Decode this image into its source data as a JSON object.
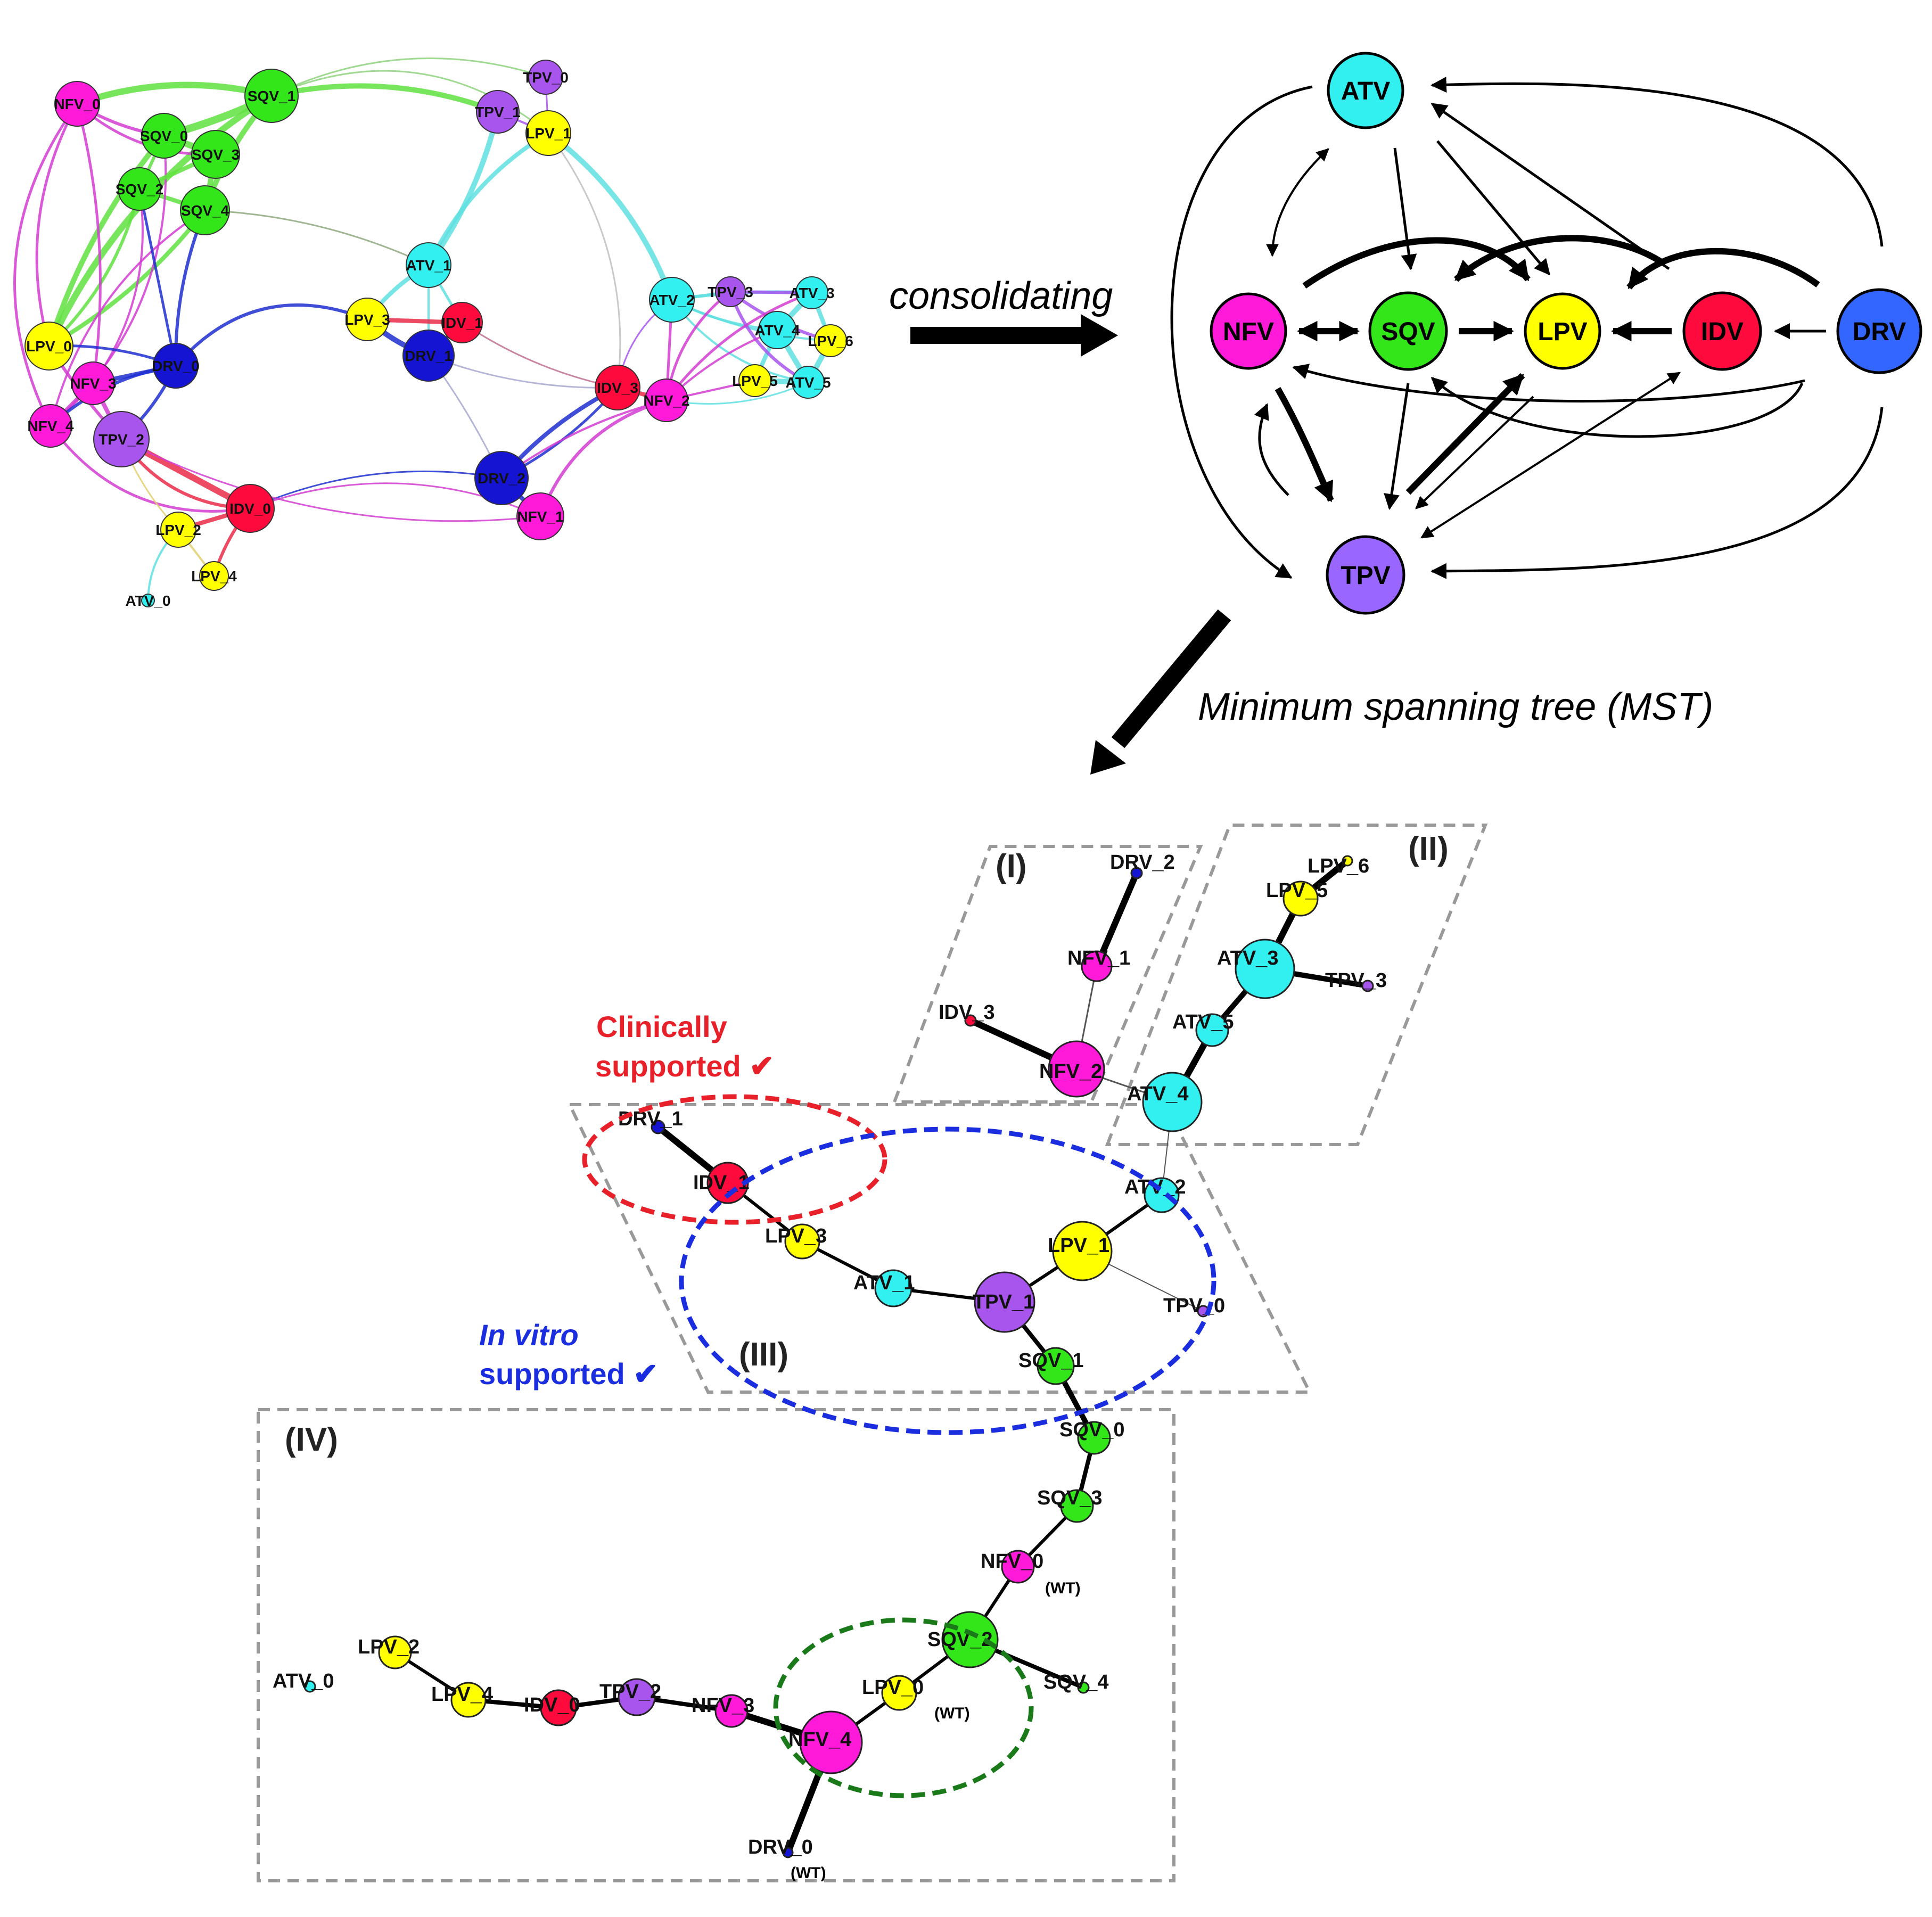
{
  "colors": {
    "ATV": "#33f0f0",
    "SQV": "#33e61a",
    "LPV": "#ffff00",
    "IDV": "#ff0a3c",
    "DRV": "#1414d2",
    "TPV": "#a855ee",
    "NFV": "#ff1ad9",
    "DRV_big": "#3366ff",
    "TPV_big": "#9966ff"
  },
  "captions": {
    "consolidating": "consolidating",
    "mst": "Minimum spanning tree (MST)"
  },
  "regions": {
    "r1": "(I)",
    "r2": "(II)",
    "r3": "(III)",
    "r4": "(IV)"
  },
  "annotations": {
    "clinical_1": "Clinically",
    "clinical_2": "supported ✔",
    "invitro_1": "In vitro",
    "invitro_2": "supported ✔"
  },
  "wild_type": "(WT)",
  "consolidated": {
    "nodes": [
      {
        "id": "ATV",
        "label": "ATV"
      },
      {
        "id": "NFV",
        "label": "NFV"
      },
      {
        "id": "SQV",
        "label": "SQV"
      },
      {
        "id": "LPV",
        "label": "LPV"
      },
      {
        "id": "IDV",
        "label": "IDV"
      },
      {
        "id": "DRV",
        "label": "DRV"
      },
      {
        "id": "TPV",
        "label": "TPV"
      }
    ]
  },
  "network": {
    "nodes": [
      {
        "id": "TPV_0",
        "label": "TPV_0",
        "drug": "TPV"
      },
      {
        "id": "NFV_0",
        "label": "NFV_0",
        "drug": "NFV"
      },
      {
        "id": "SQV_1",
        "label": "SQV_1",
        "drug": "SQV"
      },
      {
        "id": "TPV_1",
        "label": "TPV_1",
        "drug": "TPV"
      },
      {
        "id": "LPV_1",
        "label": "LPV_1",
        "drug": "LPV"
      },
      {
        "id": "SQV_0",
        "label": "SQV_0",
        "drug": "SQV"
      },
      {
        "id": "SQV_3",
        "label": "SQV_3",
        "drug": "SQV"
      },
      {
        "id": "SQV_2",
        "label": "SQV_2",
        "drug": "SQV"
      },
      {
        "id": "SQV_4",
        "label": "SQV_4",
        "drug": "SQV"
      },
      {
        "id": "ATV_1",
        "label": "ATV_1",
        "drug": "ATV"
      },
      {
        "id": "LPV_3",
        "label": "LPV_3",
        "drug": "LPV"
      },
      {
        "id": "IDV_1",
        "label": "IDV_1",
        "drug": "IDV"
      },
      {
        "id": "DRV_1",
        "label": "DRV_1",
        "drug": "DRV"
      },
      {
        "id": "LPV_0",
        "label": "LPV_0",
        "drug": "LPV"
      },
      {
        "id": "DRV_0",
        "label": "DRV_0",
        "drug": "DRV"
      },
      {
        "id": "NFV_3",
        "label": "NFV_3",
        "drug": "NFV"
      },
      {
        "id": "NFV_4",
        "label": "NFV_4",
        "drug": "NFV"
      },
      {
        "id": "TPV_2",
        "label": "TPV_2",
        "drug": "TPV"
      },
      {
        "id": "IDV_0",
        "label": "IDV_0",
        "drug": "IDV"
      },
      {
        "id": "LPV_2",
        "label": "LPV_2",
        "drug": "LPV"
      },
      {
        "id": "LPV_4",
        "label": "LPV_4",
        "drug": "LPV"
      },
      {
        "id": "ATV_0",
        "label": "ATV_0",
        "drug": "ATV"
      },
      {
        "id": "ATV_2",
        "label": "ATV_2",
        "drug": "ATV"
      },
      {
        "id": "TPV_3",
        "label": "TPV_3",
        "drug": "TPV"
      },
      {
        "id": "ATV_3",
        "label": "ATV_3",
        "drug": "ATV"
      },
      {
        "id": "ATV_4",
        "label": "ATV_4",
        "drug": "ATV"
      },
      {
        "id": "LPV_6",
        "label": "LPV_6",
        "drug": "LPV"
      },
      {
        "id": "LPV_5",
        "label": "LPV_5",
        "drug": "LPV"
      },
      {
        "id": "ATV_5",
        "label": "ATV_5",
        "drug": "ATV"
      },
      {
        "id": "IDV_3",
        "label": "IDV_3",
        "drug": "IDV"
      },
      {
        "id": "NFV_2",
        "label": "NFV_2",
        "drug": "NFV"
      },
      {
        "id": "DRV_2",
        "label": "DRV_2",
        "drug": "DRV"
      },
      {
        "id": "NFV_1",
        "label": "NFV_1",
        "drug": "NFV"
      }
    ]
  },
  "mst": {
    "nodes": [
      {
        "id": "DRV_2",
        "label": "DRV_2",
        "drug": "DRV"
      },
      {
        "id": "NFV_1",
        "label": "NFV_1",
        "drug": "NFV"
      },
      {
        "id": "IDV_3",
        "label": "IDV_3",
        "drug": "IDV"
      },
      {
        "id": "NFV_2",
        "label": "NFV_2",
        "drug": "NFV"
      },
      {
        "id": "LPV_6",
        "label": "LPV_6",
        "drug": "LPV"
      },
      {
        "id": "LPV_5",
        "label": "LPV_5",
        "drug": "LPV"
      },
      {
        "id": "ATV_3",
        "label": "ATV_3",
        "drug": "ATV"
      },
      {
        "id": "TPV_3",
        "label": "TPV_3",
        "drug": "TPV"
      },
      {
        "id": "ATV_5",
        "label": "ATV_5",
        "drug": "ATV"
      },
      {
        "id": "ATV_4",
        "label": "ATV_4",
        "drug": "ATV"
      },
      {
        "id": "DRV_1",
        "label": "DRV_1",
        "drug": "DRV"
      },
      {
        "id": "IDV_1",
        "label": "IDV_1",
        "drug": "IDV"
      },
      {
        "id": "LPV_3",
        "label": "LPV_3",
        "drug": "LPV"
      },
      {
        "id": "ATV_1",
        "label": "ATV_1",
        "drug": "ATV"
      },
      {
        "id": "TPV_1",
        "label": "TPV_1",
        "drug": "TPV"
      },
      {
        "id": "LPV_1",
        "label": "LPV_1",
        "drug": "LPV"
      },
      {
        "id": "ATV_2",
        "label": "ATV_2",
        "drug": "ATV"
      },
      {
        "id": "TPV_0",
        "label": "TPV_0",
        "drug": "TPV"
      },
      {
        "id": "SQV_1",
        "label": "SQV_1",
        "drug": "SQV"
      },
      {
        "id": "SQV_0",
        "label": "SQV_0",
        "drug": "SQV"
      },
      {
        "id": "SQV_3",
        "label": "SQV_3",
        "drug": "SQV"
      },
      {
        "id": "NFV_0",
        "label": "NFV_0",
        "drug": "NFV"
      },
      {
        "id": "SQV_2",
        "label": "SQV_2",
        "drug": "SQV"
      },
      {
        "id": "SQV_4",
        "label": "SQV_4",
        "drug": "SQV"
      },
      {
        "id": "LPV_0",
        "label": "LPV_0",
        "drug": "LPV"
      },
      {
        "id": "NFV_4",
        "label": "NFV_4",
        "drug": "NFV"
      },
      {
        "id": "NFV_3",
        "label": "NFV_3",
        "drug": "NFV"
      },
      {
        "id": "TPV_2",
        "label": "TPV_2",
        "drug": "TPV"
      },
      {
        "id": "IDV_0",
        "label": "IDV_0",
        "drug": "IDV"
      },
      {
        "id": "LPV_4",
        "label": "LPV_4",
        "drug": "LPV"
      },
      {
        "id": "LPV_2",
        "label": "LPV_2",
        "drug": "LPV"
      },
      {
        "id": "ATV_0",
        "label": "ATV_0",
        "drug": "ATV"
      },
      {
        "id": "DRV_0",
        "label": "DRV_0",
        "drug": "DRV"
      }
    ],
    "wt_nodes": [
      "NFV_0",
      "LPV_0",
      "DRV_0"
    ]
  }
}
